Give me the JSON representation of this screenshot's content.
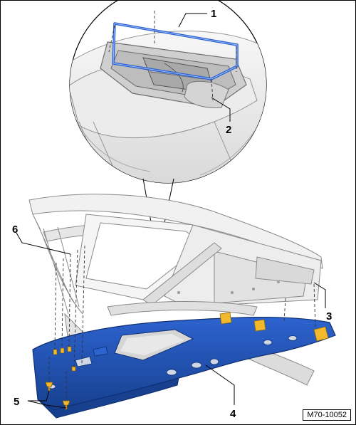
{
  "callouts": [
    {
      "id": "1",
      "text": "1"
    },
    {
      "id": "2",
      "text": "2"
    },
    {
      "id": "3",
      "text": "3"
    },
    {
      "id": "4",
      "text": "4"
    },
    {
      "id": "5",
      "text": "5"
    },
    {
      "id": "6",
      "text": "6"
    }
  ],
  "reference_code": "M70-10052",
  "colors": {
    "headliner": "#1f4fb3",
    "headliner_dark": "#173c8c",
    "seal": "#2a5fd0",
    "pads": "#f2b92c",
    "body_line": "#9a9a9a",
    "body_fill": "#f0f0f0"
  }
}
